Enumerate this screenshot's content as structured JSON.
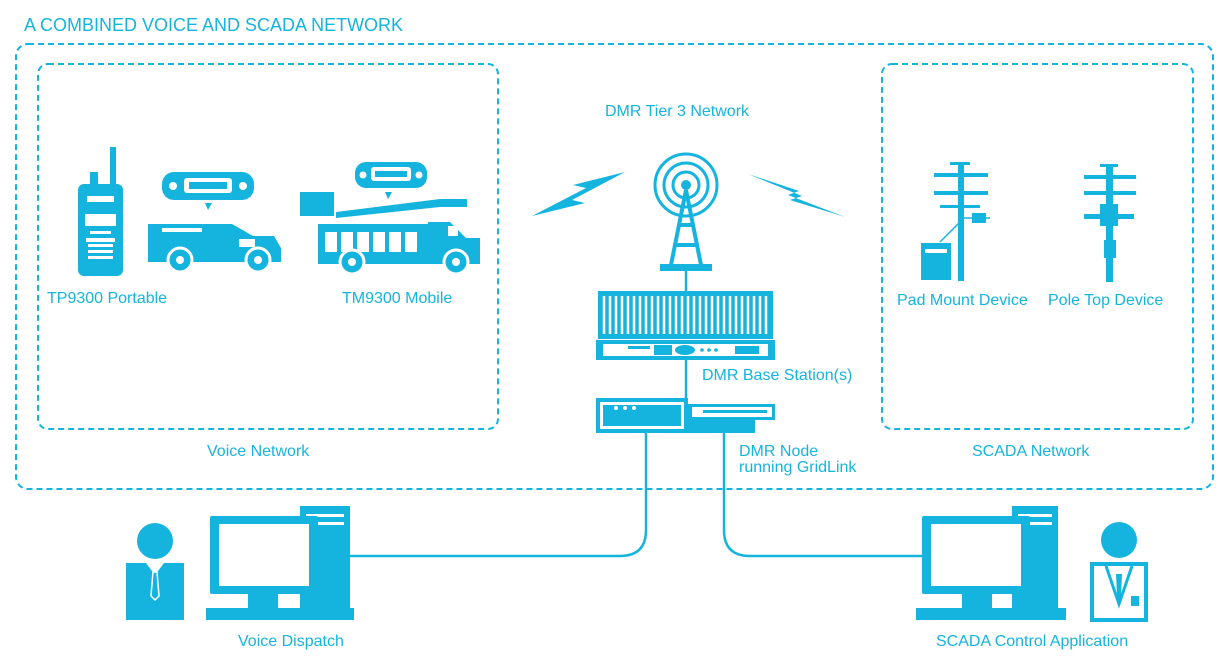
{
  "title": "A COMBINED VOICE AND SCADA NETWORK",
  "labels": {
    "dmr_network": "DMR Tier 3 Network",
    "portable": "TP9300 Portable",
    "mobile": "TM9300 Mobile",
    "pad_mount": "Pad Mount Device",
    "pole_top": "Pole Top Device",
    "base_station": "DMR Base Station(s)",
    "voice_network": "Voice Network",
    "node_line1": "DMR Node",
    "node_line2": "running GridLink",
    "scada_network": "SCADA Network",
    "voice_dispatch": "Voice Dispatch",
    "scada_control": "SCADA Control Application"
  },
  "colors": {
    "accent": "#15b4de",
    "background": "#ffffff"
  },
  "icons": [
    "radio-tower-icon",
    "lightning-bolt-icon",
    "portable-radio-icon",
    "mobile-radio-icon",
    "pickup-truck-icon",
    "bucket-truck-icon",
    "base-station-icon",
    "dmr-node-icon",
    "pad-mount-icon",
    "pole-top-icon",
    "dispatcher-person-icon",
    "engineer-person-icon",
    "desktop-computer-icon"
  ]
}
